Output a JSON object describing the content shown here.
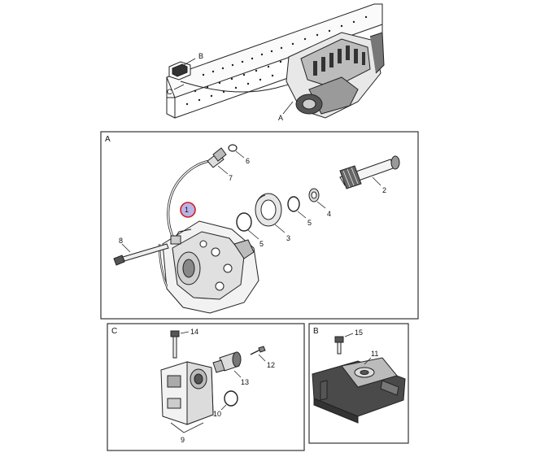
{
  "panels": {
    "a": "A",
    "b": "B",
    "c": "C"
  },
  "overview": {
    "callout_a": "A",
    "callout_b": "B",
    "callout_c": "C"
  },
  "parts": {
    "p1": "1",
    "p2": "2",
    "p3": "3",
    "p4": "4",
    "p5a": "5",
    "p5b": "5",
    "p6": "6",
    "p7": "7",
    "p8": "8",
    "p9": "9",
    "p10": "10",
    "p11": "11",
    "p12": "12",
    "p13": "13",
    "p14": "14",
    "p15": "15"
  },
  "colors": {
    "line": "#222222",
    "frame": "#333333",
    "highlight_ring": "#cc2222",
    "highlight_fill": "#b9b3e6",
    "dark_part": "#4a4a4a"
  }
}
